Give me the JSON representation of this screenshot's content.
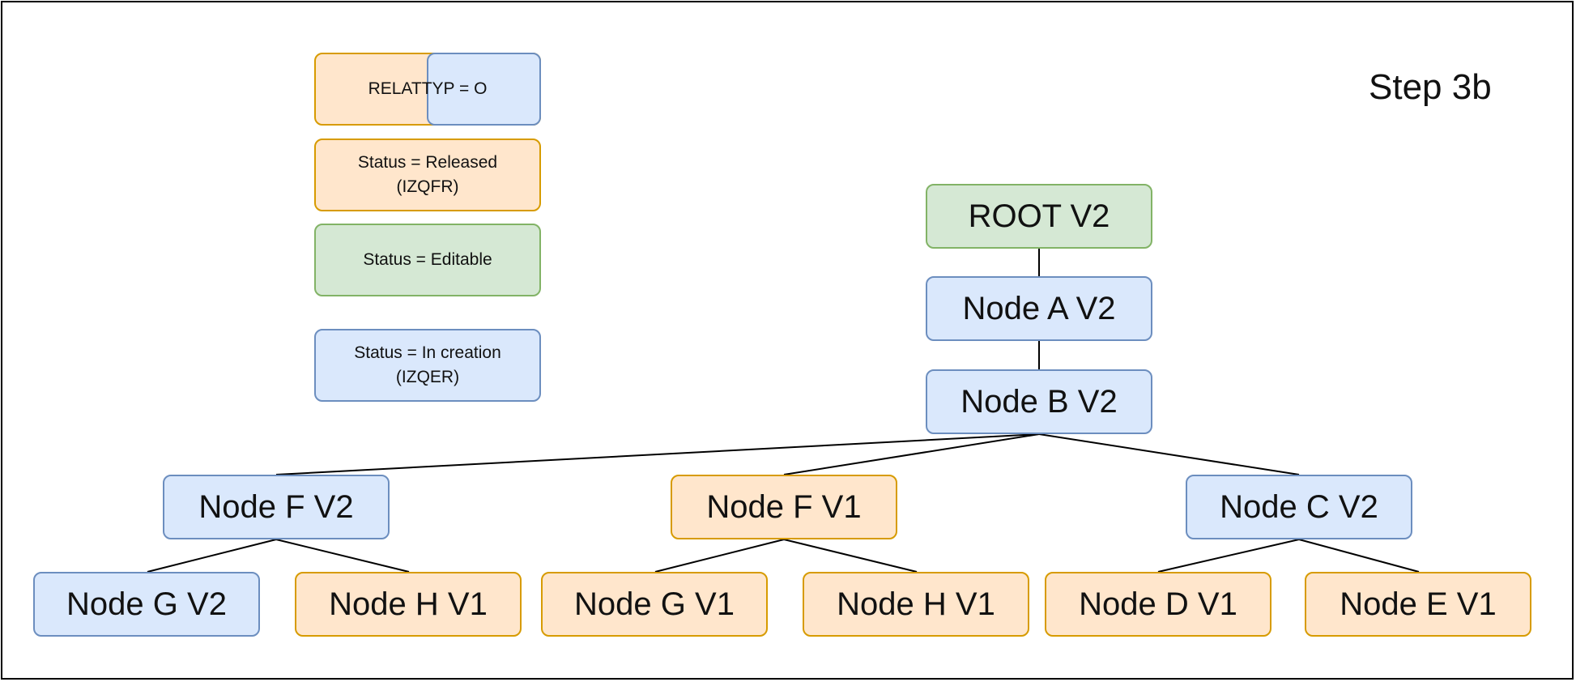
{
  "title": "Step 3b",
  "legend": {
    "relattyp": "RELATTYP = O",
    "released": "Status = Released\n(IZQFR)",
    "editable": "Status = Editable",
    "in_creation": "Status = In creation\n(IZQER)"
  },
  "nodes": {
    "root": "ROOT V2",
    "a": "Node A V2",
    "b": "Node B V2",
    "f_v2": "Node F V2",
    "f_v1": "Node F V1",
    "c_v2": "Node C V2",
    "g_v2": "Node G V2",
    "h_v1_left": "Node H V1",
    "g_v1": "Node G V1",
    "h_v1_mid": "Node H V1",
    "d_v1": "Node D V1",
    "e_v1": "Node E V1"
  },
  "colors": {
    "released_fill": "#ffe6cc",
    "released_border": "#d79b00",
    "in_creation_fill": "#dae8fc",
    "in_creation_border": "#6c8ebf",
    "editable_fill": "#d5e8d4",
    "editable_border": "#82b366"
  }
}
